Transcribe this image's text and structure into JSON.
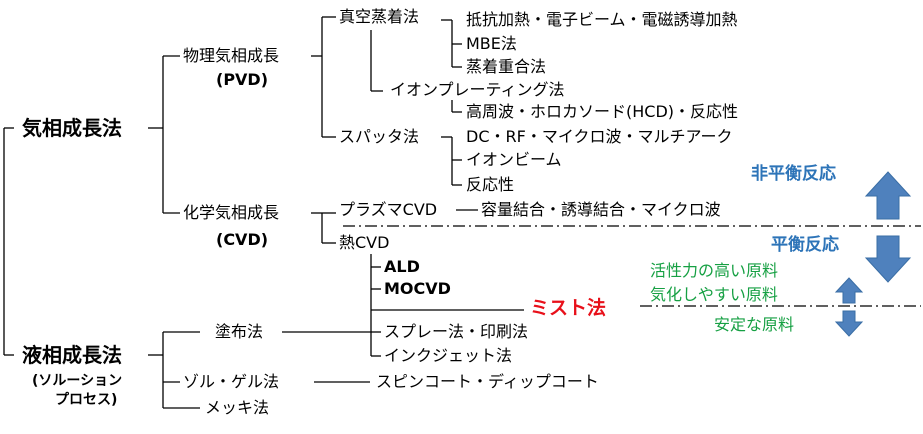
{
  "vapor": {
    "title": "気相成長法",
    "pvd_name": "物理気相成長",
    "pvd_abbr": "(PVD)",
    "vacuum": "真空蒸着法",
    "vacuum_items": [
      "抵抗加熱・電子ビーム・電磁誘導加熱",
      "MBE法",
      "蒸着重合法"
    ],
    "ion_plating": "イオンプレーティング法",
    "ion_plating_items": [
      "高周波・ホロカソード(HCD)・反応性"
    ],
    "sputter": "スパッタ法",
    "sputter_items": [
      "DC・RF・マイクロ波・マルチアーク",
      "イオンビーム",
      "反応性"
    ],
    "cvd_name": "化学気相成長",
    "cvd_abbr": "(CVD)",
    "plasma_cvd": "プラズマCVD",
    "plasma_cvd_items": "容量結合・誘導結合・マイクロ波",
    "thermal_cvd": "熱CVD",
    "thermal_items": [
      "ALD",
      "MOCVD"
    ]
  },
  "liquid": {
    "title": "液相成長法",
    "subtitle_1": "(ソルーション",
    "subtitle_2": "プロセス)",
    "coating": "塗布法",
    "coating_items": [
      "スプレー法・印刷法",
      "インクジェット法"
    ],
    "solgel": "ゾル・ゲル法",
    "solgel_item": "スピンコート・ディップコート",
    "plating": "メッキ法"
  },
  "mist": "ミスト法",
  "right": {
    "non_equilibrium": "非平衡反応",
    "equilibrium": "平衡反応",
    "active_material": "活性力の高い原料",
    "vaporizable_material": "気化しやすい原料",
    "stable_material": "安定な原料"
  },
  "colors": {
    "accent_blue": "#2d74b8",
    "arrow_fill": "#4f81bd",
    "mist_red": "#e8101a",
    "material_green": "#16a043"
  }
}
